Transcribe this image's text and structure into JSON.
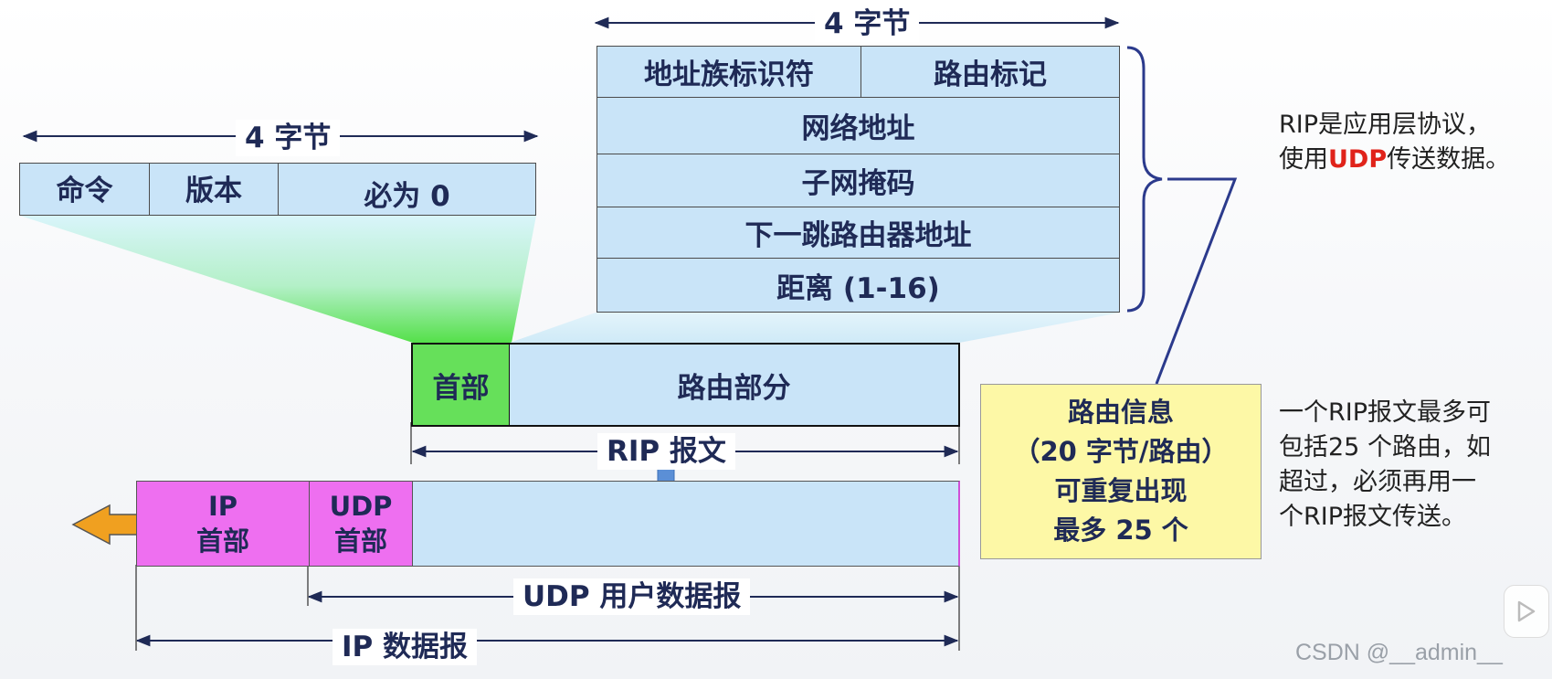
{
  "header_fields": {
    "width_label": "4 字节",
    "cells": [
      "命令",
      "版本",
      "必为 0"
    ]
  },
  "route_entry": {
    "width_label": "4 字节",
    "row1": [
      "地址族标识符",
      "路由标记"
    ],
    "rows": [
      "网络地址",
      "子网掩码",
      "下一跳路由器地址",
      "距离 (1-16)"
    ]
  },
  "rip_message": {
    "header_label": "首部",
    "routing_label": "路由部分",
    "span_label": "RIP 报文"
  },
  "ip_datagram": {
    "ip_header_line1": "IP",
    "ip_header_line2": "首部",
    "udp_header_line1": "UDP",
    "udp_header_line2": "首部",
    "udp_span_label": "UDP 用户数据报",
    "ip_span_label": "IP 数据报"
  },
  "route_info_box": {
    "lines": [
      "路由信息",
      "（20 字节/路由）",
      "可重复出现",
      "最多 25 个"
    ]
  },
  "notes": {
    "note1_line1": "RIP是应用层协议，",
    "note1_pre": "使用",
    "note1_highlight": "UDP",
    "note1_post": "传送数据。",
    "note2_lines": [
      "一个RIP报文最多可",
      "包括25 个路由，如",
      "超过，必须再用一",
      "个RIP报文传送。"
    ]
  },
  "watermark": "CSDN @__admin__",
  "colors": {
    "cell_fill": "#c9e4f8",
    "header_green": "#66e05a",
    "magenta": "#ee6ff0",
    "yellow": "#fdf8a6",
    "arrow_orange": "#f0a020",
    "arrow_blue": "#5b8fd6",
    "highlight_red": "#e0231a",
    "bracket_navy": "#2b3a8c"
  }
}
